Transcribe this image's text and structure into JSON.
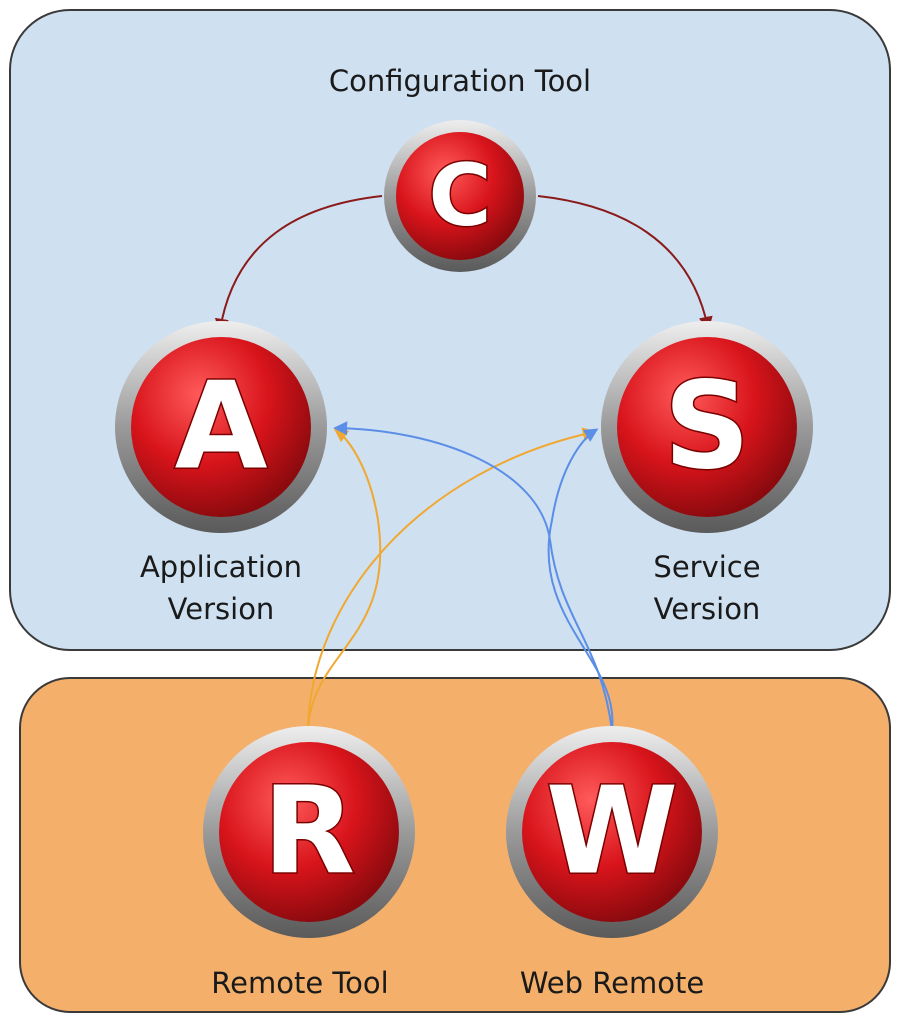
{
  "colors": {
    "top_panel_fill": "#cfe0f1",
    "bottom_panel_fill": "#f4b06b",
    "panel_border": "#3a3a3a",
    "badge_red": "#d8141b",
    "badge_ring": "#9a9a9a",
    "arrow_config": "#8b1a1a",
    "arrow_remote_tool": "#f0a830",
    "arrow_web_remote": "#5b8ee6"
  },
  "nodes": {
    "config": {
      "letter": "C",
      "label": "Configuration Tool"
    },
    "application": {
      "letter": "A",
      "label_line1": "Application",
      "label_line2": "Version"
    },
    "service": {
      "letter": "S",
      "label_line1": "Service",
      "label_line2": "Version"
    },
    "remote_tool": {
      "letter": "R",
      "label": "Remote Tool"
    },
    "web_remote": {
      "letter": "W",
      "label": "Web Remote"
    }
  },
  "connections": [
    {
      "from": "Configuration Tool",
      "to": "Application Version",
      "color": "#8b1a1a"
    },
    {
      "from": "Configuration Tool",
      "to": "Service Version",
      "color": "#8b1a1a"
    },
    {
      "from": "Remote Tool",
      "to": "Application Version",
      "color": "#f0a830"
    },
    {
      "from": "Remote Tool",
      "to": "Service Version",
      "color": "#f0a830"
    },
    {
      "from": "Web Remote",
      "to": "Application Version",
      "color": "#5b8ee6"
    },
    {
      "from": "Web Remote",
      "to": "Service Version",
      "color": "#5b8ee6"
    }
  ]
}
